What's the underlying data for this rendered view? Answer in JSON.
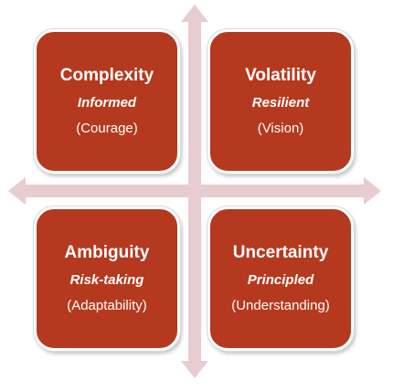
{
  "colors": {
    "quadrant_fill": "#b5391e",
    "arrow_fill": "#e7ccd0",
    "text": "#ffffff"
  },
  "quadrants": [
    {
      "title": "Complexity",
      "subtitle": "Informed",
      "note": "(Courage)"
    },
    {
      "title": "Volatility",
      "subtitle": "Resilient",
      "note": "(Vision)"
    },
    {
      "title": "Ambiguity",
      "subtitle": "Risk-taking",
      "note": "(Adaptability)"
    },
    {
      "title": "Uncertainty",
      "subtitle": "Principled",
      "note": "(Understanding)"
    }
  ]
}
